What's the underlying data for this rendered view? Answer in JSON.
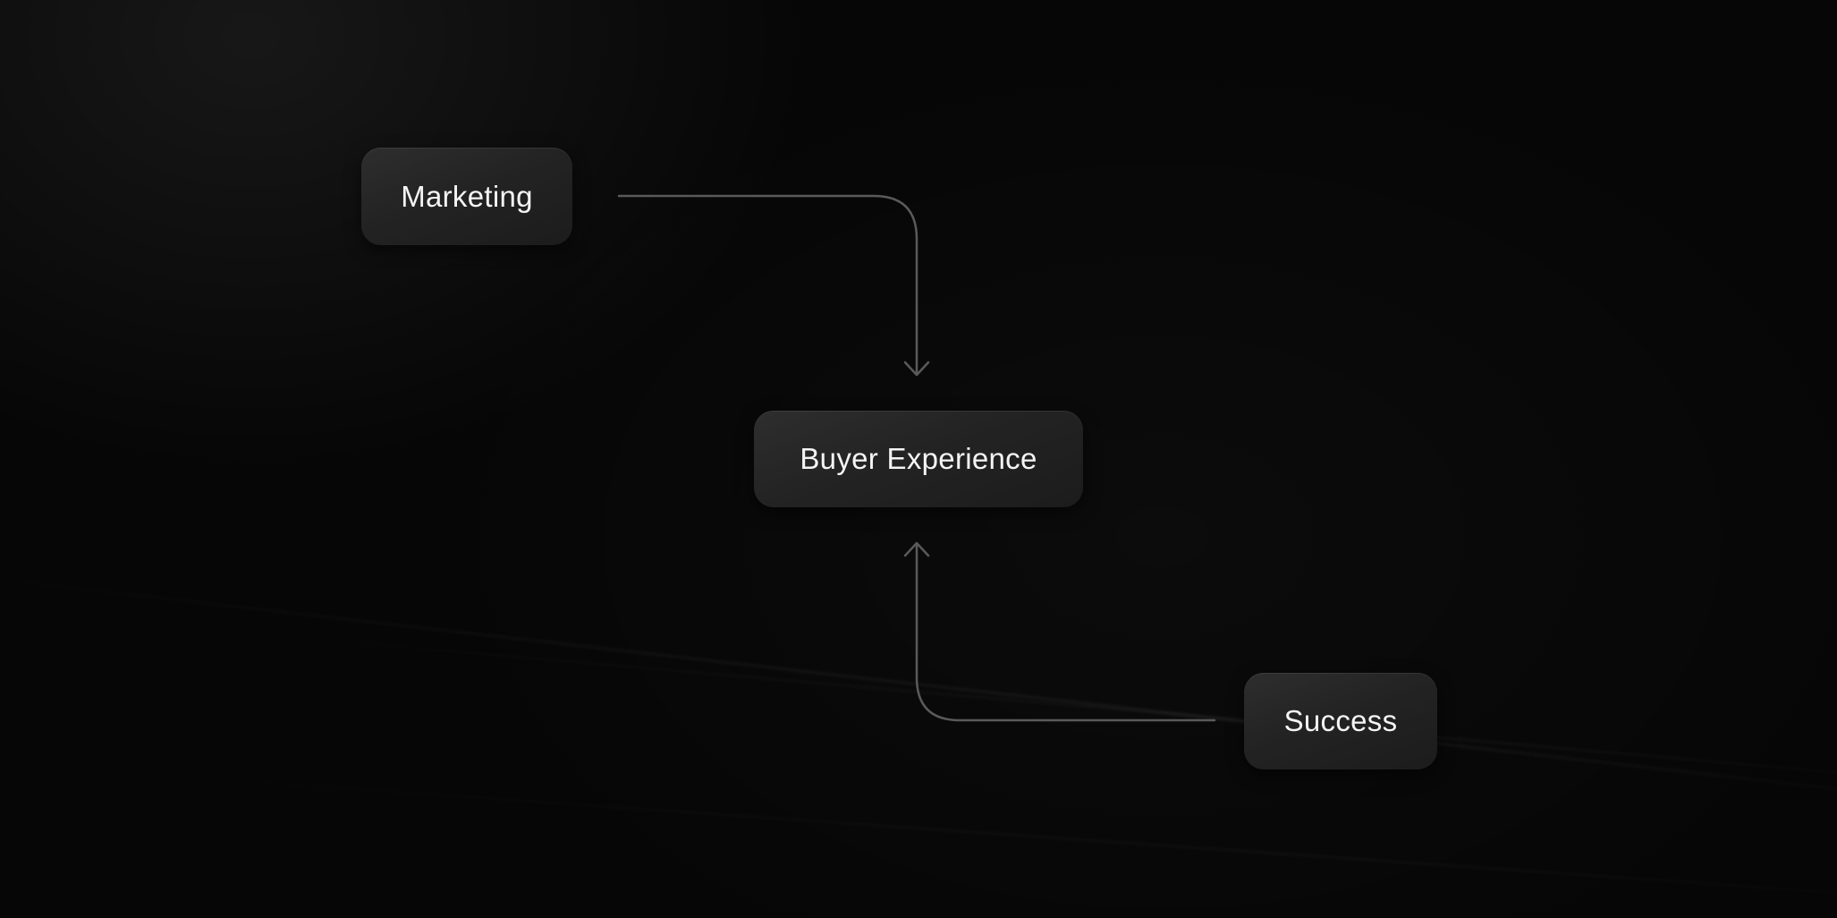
{
  "diagram": {
    "nodes": {
      "marketing": {
        "label": "Marketing"
      },
      "buyer_experience": {
        "label": "Buyer Experience"
      },
      "success": {
        "label": "Success"
      }
    },
    "edges": [
      {
        "from": "marketing",
        "to": "buyer_experience"
      },
      {
        "from": "success",
        "to": "buyer_experience"
      }
    ]
  },
  "colors": {
    "background": "#060606",
    "node_fill": "#242424",
    "node_text": "#f4f4f4",
    "connector": "#5a5a5a"
  }
}
